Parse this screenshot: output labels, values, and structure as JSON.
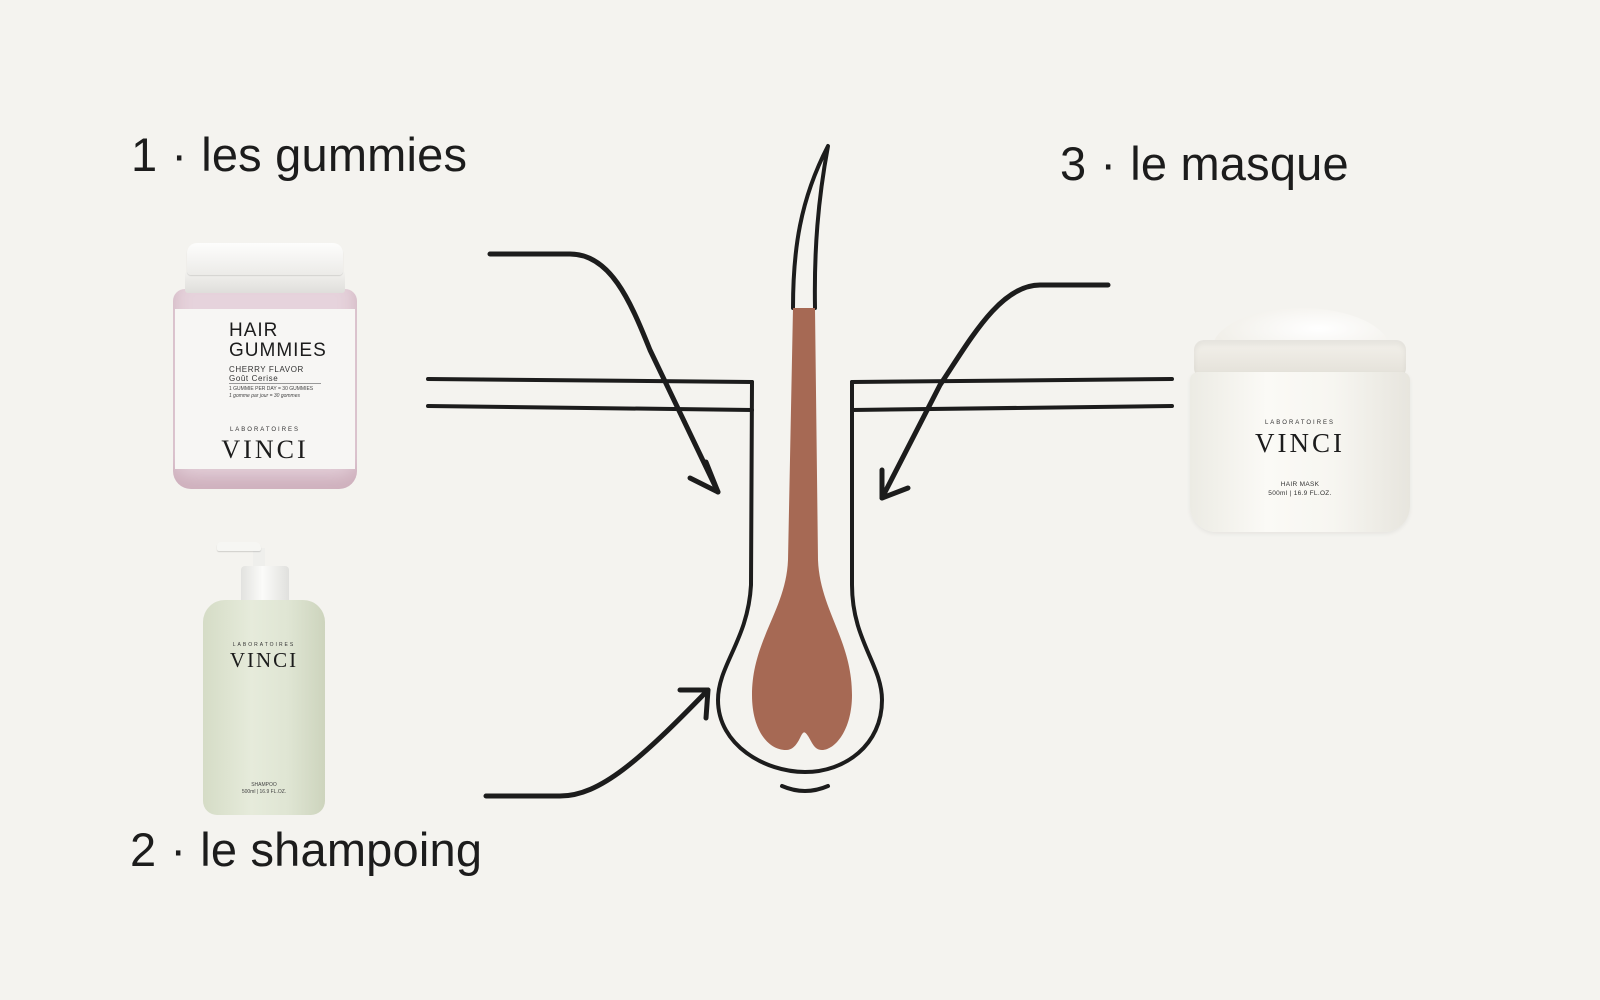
{
  "labels": {
    "gummies": {
      "number": "1",
      "separator": "·",
      "text": "les gummies"
    },
    "shampoo": {
      "number": "2",
      "separator": "·",
      "text": "le shampoing"
    },
    "mask": {
      "number": "3",
      "separator": "·",
      "text": "le masque"
    }
  },
  "products": {
    "gummies": {
      "title_line1": "HAIR",
      "title_line2": "GUMMIES",
      "flavor": "CHERRY FLAVOR",
      "flavor_fr": "Goût Cerise",
      "dosage": "1 GUMMIE PER DAY = 30 GUMMIES",
      "dosage_fr": "1 gomme par jour = 30 gommes",
      "brand_small": "LABORATOIRES",
      "brand": "VINCI"
    },
    "shampoo": {
      "brand_small": "LABORATOIRES",
      "brand": "VINCI",
      "name": "SHAMPOO",
      "volume": "500ml | 16.9 FL.OZ."
    },
    "mask": {
      "brand_small": "LABORATOIRES",
      "brand": "VINCI",
      "name": "HAIR MASK",
      "volume": "500ml | 16.9 FL.OZ."
    }
  },
  "colors": {
    "background": "#f4f3ef",
    "hair_shaft": "#a66954",
    "line": "#1c1c1c",
    "gummies_jar": "#e6d3dc",
    "shampoo_bottle": "#dfe5d3",
    "mask_jar": "#f7f6f1"
  }
}
